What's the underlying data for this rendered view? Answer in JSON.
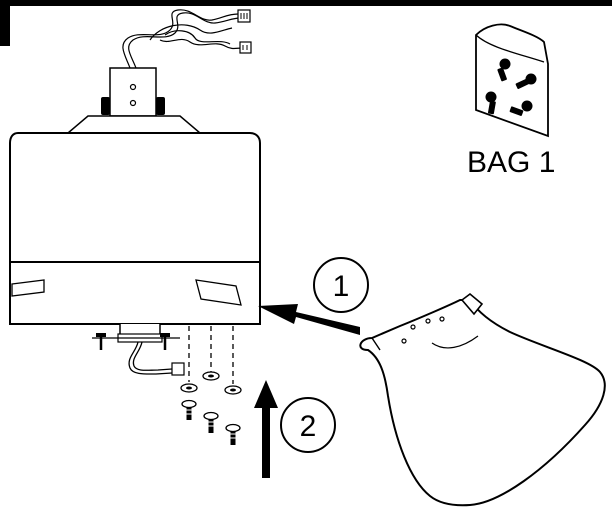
{
  "bag": {
    "label": "BAG 1"
  },
  "steps": [
    {
      "number": "1"
    },
    {
      "number": "2"
    }
  ]
}
